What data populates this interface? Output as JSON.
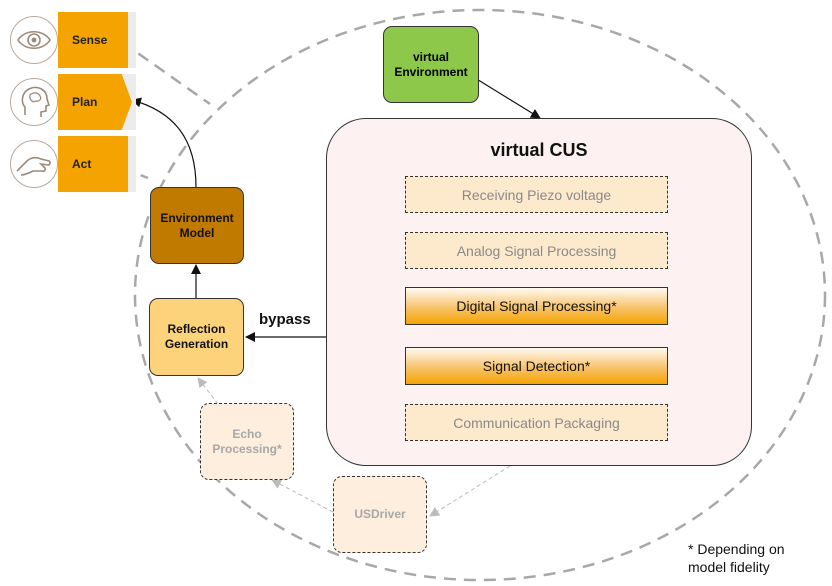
{
  "sense_plan_act": {
    "sense_label": "Sense",
    "plan_label": "Plan",
    "act_label": "Act"
  },
  "virtual_environment": {
    "label_line1": "virtual",
    "label_line2": "Environment"
  },
  "virtual_cus": {
    "title": "virtual CUS",
    "steps": [
      "Receiving Piezo voltage",
      "Analog Signal Processing",
      "Digital Signal Processing*",
      "Signal Detection*",
      "Communication Packaging"
    ]
  },
  "environment_model": {
    "label_line1": "Environment",
    "label_line2": "Model"
  },
  "reflection_generation": {
    "label_line1": "Reflection",
    "label_line2": "Generation"
  },
  "bypass_label": "bypass",
  "echo_processing": {
    "label_line1": "Echo",
    "label_line2": "Processing*"
  },
  "usdriver": {
    "label": "USDriver"
  },
  "footnote": {
    "line1": "* Depending on",
    "line2": "model fidelity"
  },
  "colors": {
    "orange": "#f5a300",
    "green": "#8dc84a",
    "brown": "#c07a00",
    "light_orange": "#fcd27a",
    "pale_orange": "#fde9cc",
    "cus_bg": "#fdf1f1"
  }
}
